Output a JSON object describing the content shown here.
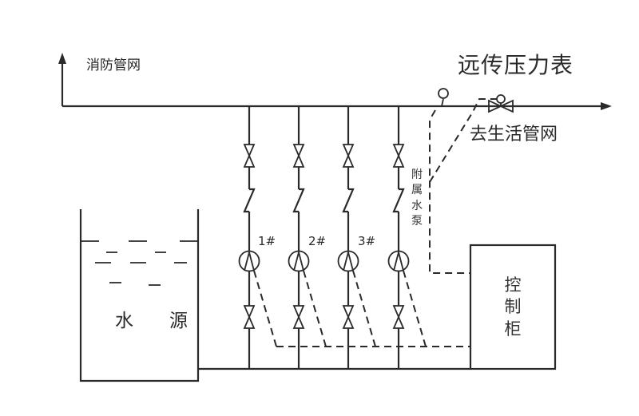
{
  "diagram": {
    "title_fire_network": "消防管网",
    "remote_pressure_gauge": "远传压力表",
    "domestic_network": "去生活管网",
    "water_source": [
      "水",
      "源"
    ],
    "control_cabinet": [
      "控",
      "制",
      "柜"
    ],
    "auxiliary_pump": [
      "附",
      "属",
      "水",
      "泵"
    ],
    "pumps": [
      {
        "label": "1#"
      },
      {
        "label": "2#"
      },
      {
        "label": "3#"
      },
      {
        "label": ""
      }
    ],
    "colors": {
      "line": "#2a2a2a",
      "background": "#ffffff"
    }
  }
}
